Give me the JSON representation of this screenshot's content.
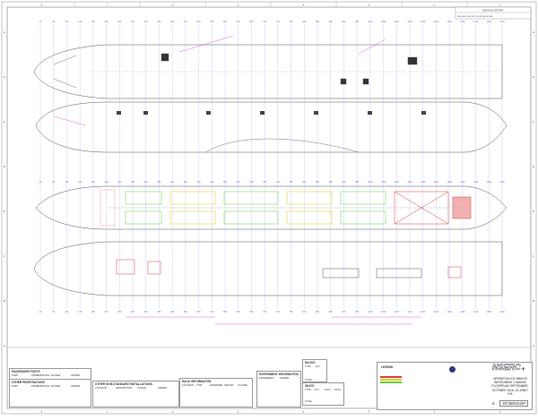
{
  "sheet": {
    "zone_columns": [
      "8",
      "7",
      "6",
      "5",
      "4",
      "3",
      "2",
      "1"
    ],
    "zone_rows": [
      "H",
      "G",
      "F",
      "E",
      "D",
      "C",
      "B",
      "A"
    ],
    "revision_block": {
      "title": "REVISION HISTORY",
      "headers": [
        "REV",
        "DATE",
        "DESCRIPTION",
        "INIT",
        "APPROVED"
      ]
    },
    "stations_top": [
      "40",
      "60",
      "100",
      "140",
      "180",
      "220",
      "260",
      "300",
      "340",
      "380",
      "420",
      "460",
      "500",
      "540",
      "580",
      "620",
      "660",
      "700",
      "740",
      "780",
      "820",
      "860",
      "900",
      "940",
      "980",
      "1020",
      "1060",
      "1100",
      "1140",
      "1180",
      "1220",
      "1260",
      "1300",
      "1340",
      "1380",
      "1420"
    ],
    "stations_bottom": [
      "40",
      "60",
      "100",
      "140",
      "180",
      "220",
      "260",
      "300",
      "340",
      "380",
      "420",
      "460",
      "500",
      "540",
      "580",
      "620",
      "660",
      "700",
      "740",
      "780",
      "820",
      "860",
      "900",
      "940",
      "980",
      "1020",
      "1060",
      "1100",
      "1140",
      "1180",
      "1220",
      "1260",
      "1300",
      "1340",
      "1380",
      "1420"
    ],
    "colors": {
      "station_lines": "#6a6ae6",
      "annotations": "#d43cd4",
      "racks_green": "#66cc44",
      "racks_yellow": "#e6c800",
      "hatch_red": "#d44040",
      "outline": "#555555"
    }
  },
  "tables": {
    "passenger_ports": {
      "title": "PASSENGER PORTS",
      "headers": [
        "PORT",
        "PROBE/INSTRUMENT",
        "FLANGE",
        "OWNER"
      ]
    },
    "other_penetrations": {
      "title": "OTHER PENETRATIONS",
      "headers": [
        "PORT",
        "PROBE/INSTRUMENT",
        "FLANGE",
        "OWNER"
      ]
    },
    "other_non_standard": {
      "title": "OTHER NON-STANDARD INSTALLATIONS",
      "headers": [
        "LOCATION",
        "DESCRIPTION",
        "FLANGE",
        "OWNER"
      ]
    },
    "rack_information": {
      "title": "RACK INFORMATION",
      "headers": [
        "LOCATION",
        "TYPE",
        "EXPERIMENT",
        "CENTER",
        "PI NAME"
      ]
    },
    "experiment_information": {
      "title": "EXPERIMENT INFORMATION",
      "headers": [
        "EXPERIMENT",
        "OWNER"
      ]
    },
    "racks": {
      "title": "RACKS",
      "headers": [
        "TYPE",
        "QTY"
      ],
      "total_label": "TOTAL"
    },
    "seats": {
      "title": "SEATS",
      "headers": [
        "TYPE",
        "QTY",
        "RACK",
        "TOTAL"
      ],
      "total_label": "TOTAL"
    }
  },
  "title_block": {
    "legend_title": "LEGEND",
    "org": "NSERC",
    "drawing_title": "OPERATION ICE BRIDGE INSTRUMENT LOADING FLOORPLAN SEPTEMBER-OCTOBER 2016, DC-8/NE7 P/A",
    "size": "B",
    "drawing_number": "DC8001129",
    "sheet": "1"
  }
}
